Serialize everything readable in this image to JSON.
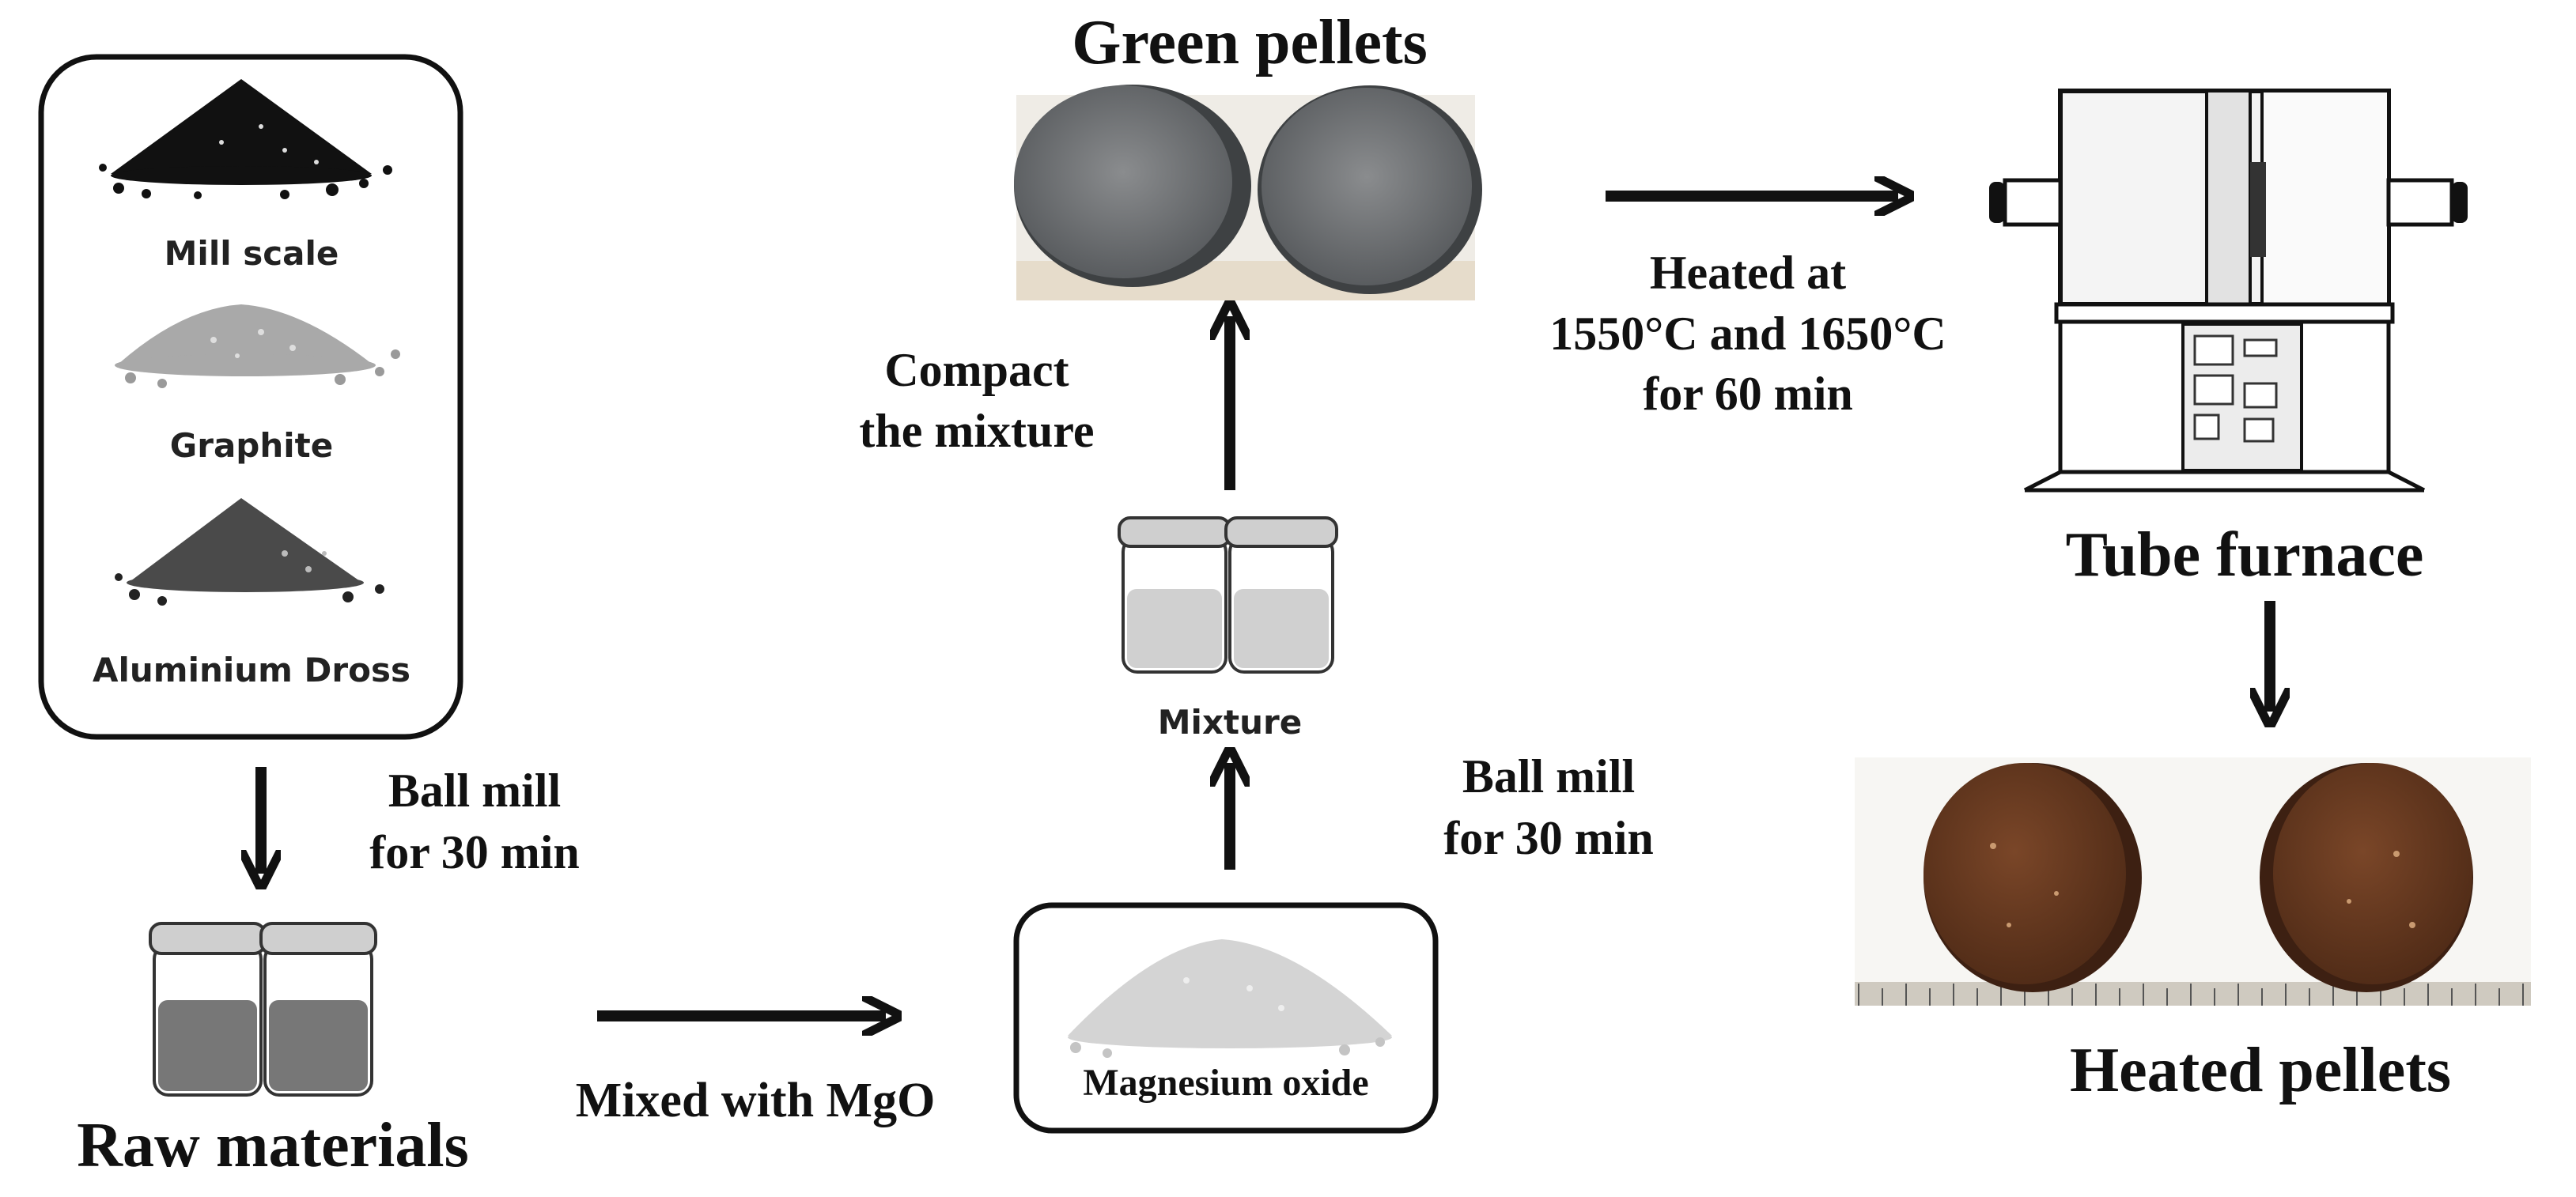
{
  "raw_box": {
    "items": [
      {
        "label": "Mill scale"
      },
      {
        "label": "Graphite"
      },
      {
        "label": "Aluminium Dross"
      }
    ]
  },
  "steps": {
    "ball_mill_1": {
      "line1": "Ball mill",
      "line2": "for 30 min"
    },
    "raw_materials": "Raw materials",
    "mixed_with": "Mixed with MgO",
    "magnesium_oxide": "Magnesium oxide",
    "ball_mill_2": {
      "line1": "Ball mill",
      "line2": "for 30 min"
    },
    "mixture": "Mixture",
    "compact": {
      "line1": "Compact",
      "line2": "the mixture"
    },
    "green_pellets": "Green pellets",
    "heated_at": {
      "line1": "Heated at",
      "line2": "1550°C and 1650°C",
      "line3": "for 60 min"
    },
    "tube_furnace": "Tube furnace",
    "heated_pellets": "Heated pellets"
  },
  "colors": {
    "arrow": "#111111",
    "green_pellet": "#6f7173",
    "heated_pellet": "#6b3b22",
    "mill_scale": "#111111",
    "graphite": "#a9a9a9",
    "dross": "#4a4a4a",
    "mgo": "#d4d4d4"
  }
}
